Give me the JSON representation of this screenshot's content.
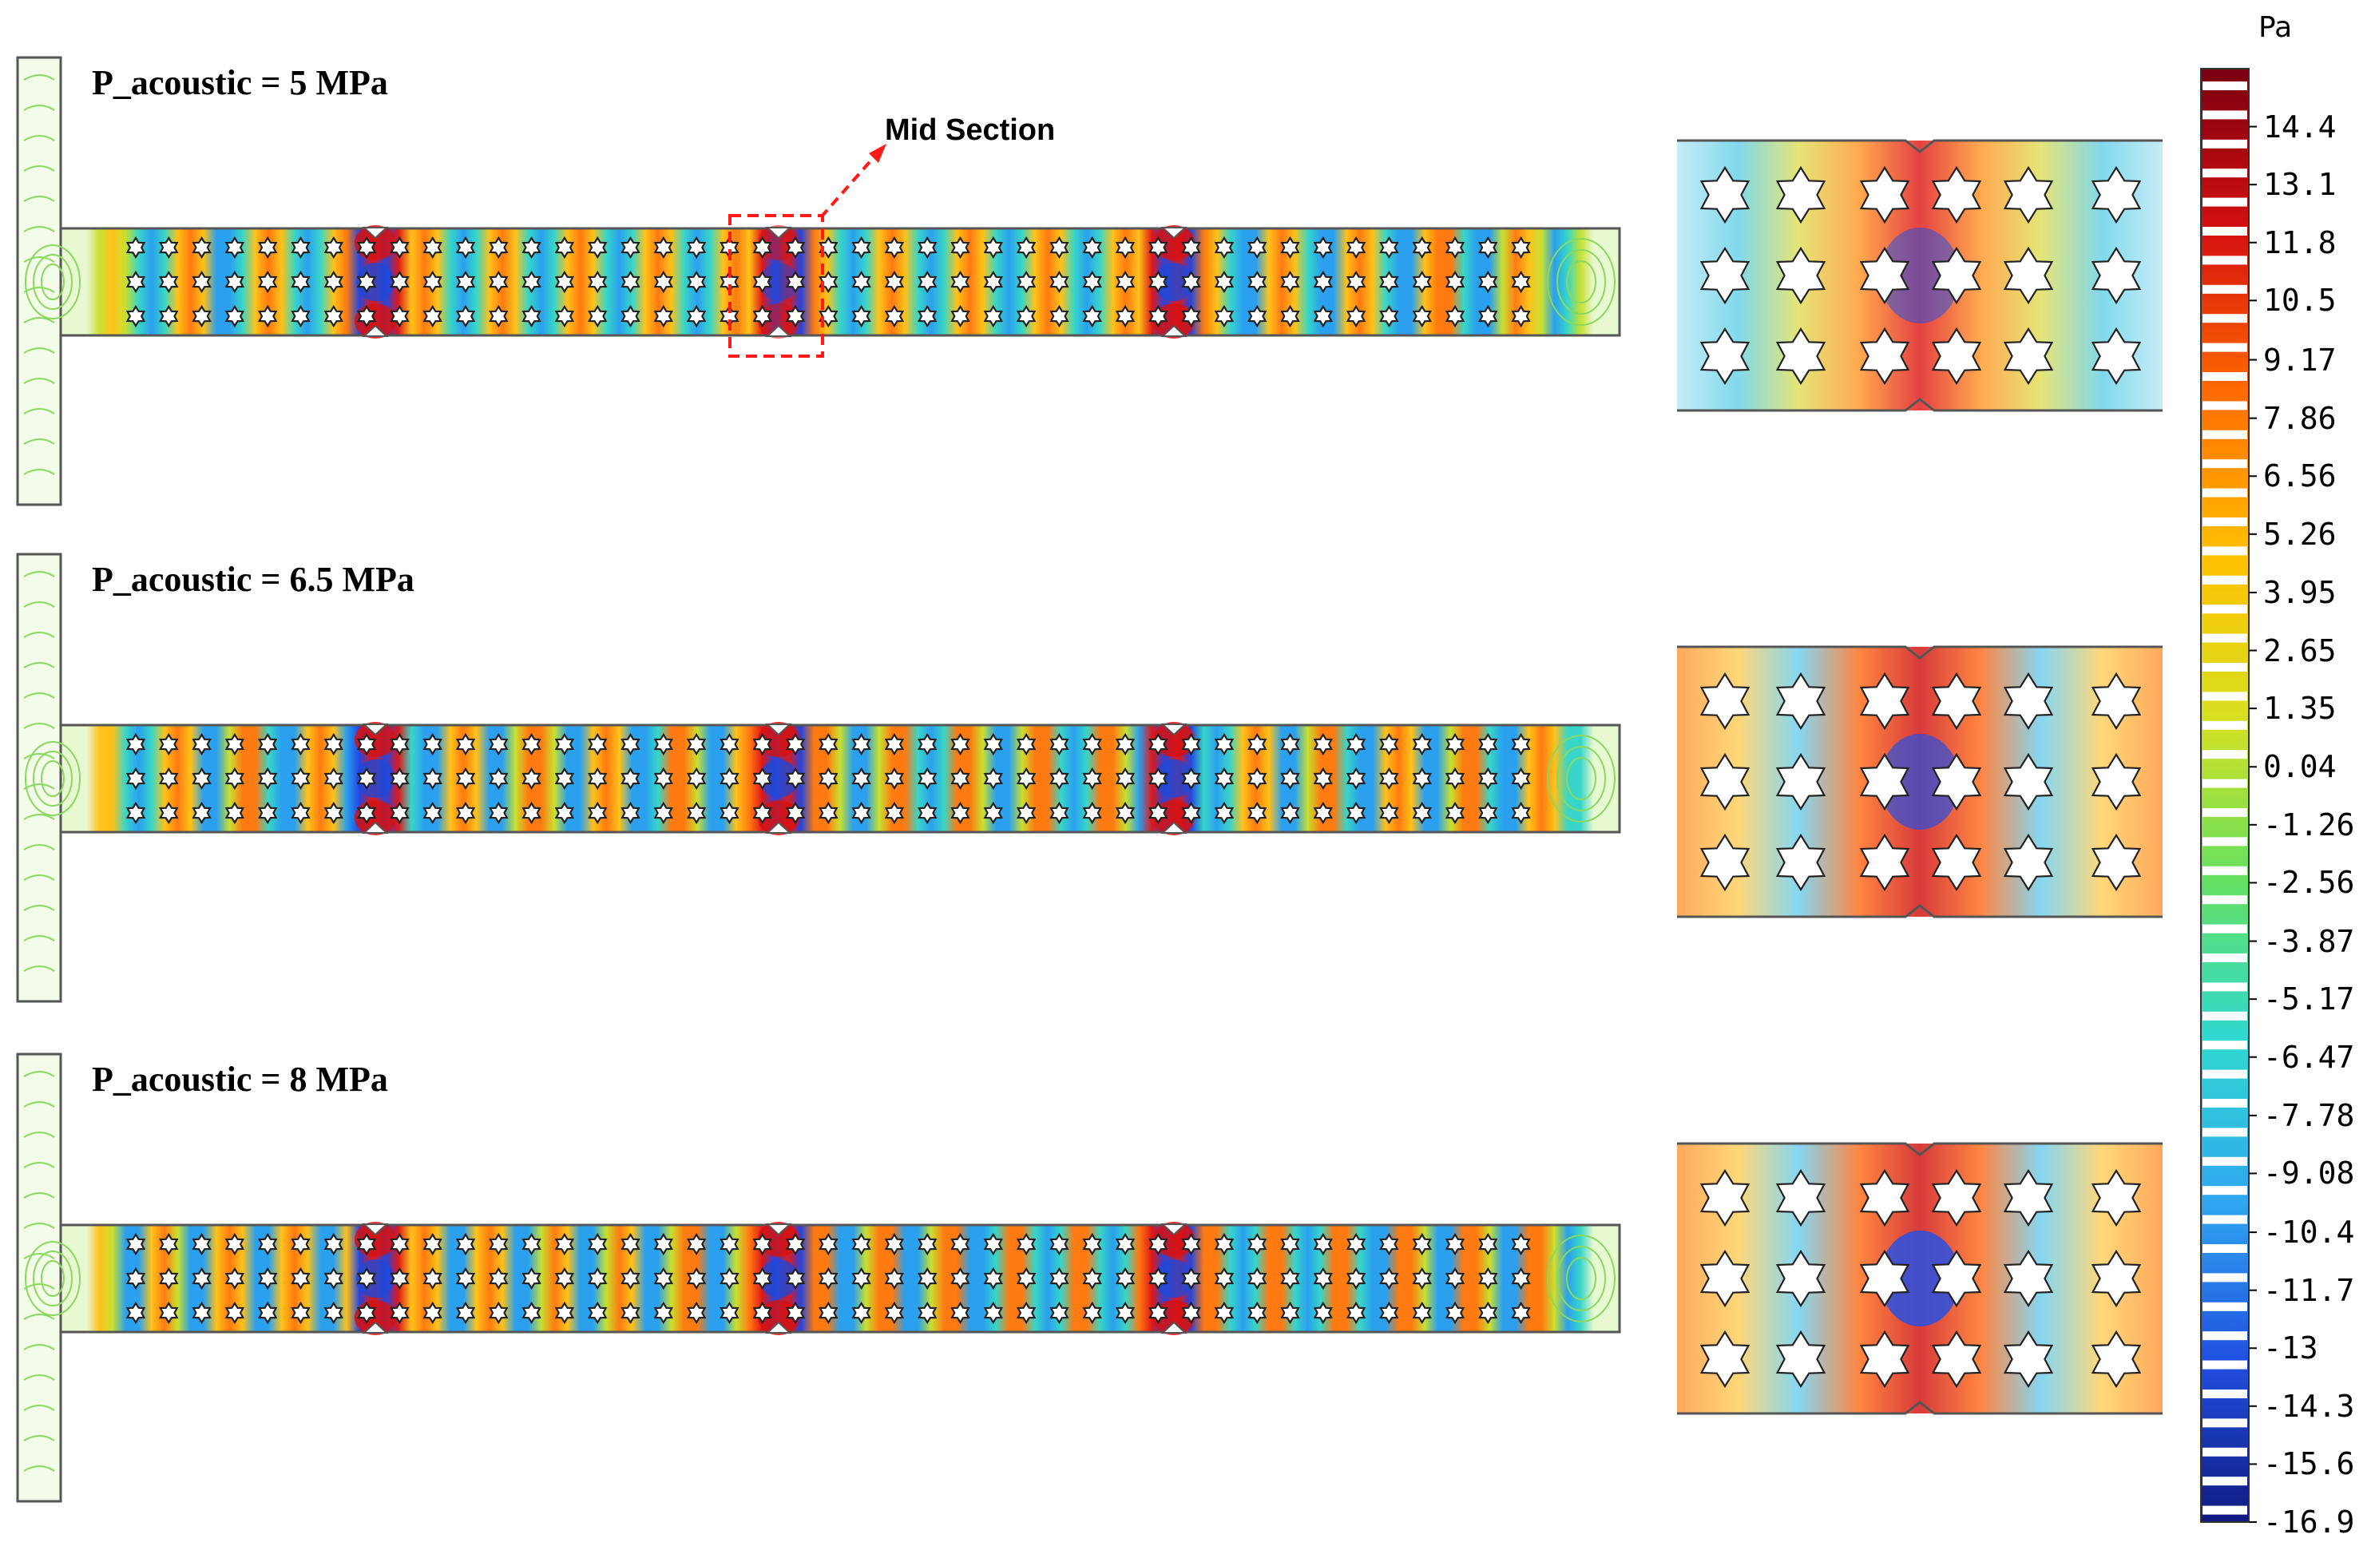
{
  "panels": [
    {
      "label": "P_acoustic = 5 MPa",
      "pressure_MPa": 5
    },
    {
      "label": "P_acoustic = 6.5 MPa",
      "pressure_MPa": 6.5
    },
    {
      "label": "P_acoustic = 8 MPa",
      "pressure_MPa": 8
    }
  ],
  "annotation": {
    "label": "Mid Section",
    "color": "#ff1a1a"
  },
  "colorbar": {
    "unit": "Pa",
    "max": 15.7,
    "min": -16.9,
    "ticks": [
      "14.4",
      "13.1",
      "11.8",
      "10.5",
      "9.17",
      "7.86",
      "6.56",
      "5.26",
      "3.95",
      "2.65",
      "1.35",
      "0.04",
      "-1.26",
      "-2.56",
      "-3.87",
      "-5.17",
      "-6.47",
      "-7.78",
      "-9.08",
      "-10.4",
      "-11.7",
      "-13",
      "-14.3",
      "-15.6",
      "-16.9"
    ],
    "colormap": [
      "#7a0010",
      "#d41010",
      "#ff6a00",
      "#ffc000",
      "#d8e020",
      "#66e060",
      "#30d8d0",
      "#30a8f0",
      "#2050e0",
      "#101a80"
    ]
  },
  "colors": {
    "outline": "#555555",
    "pillar": "#222222"
  }
}
